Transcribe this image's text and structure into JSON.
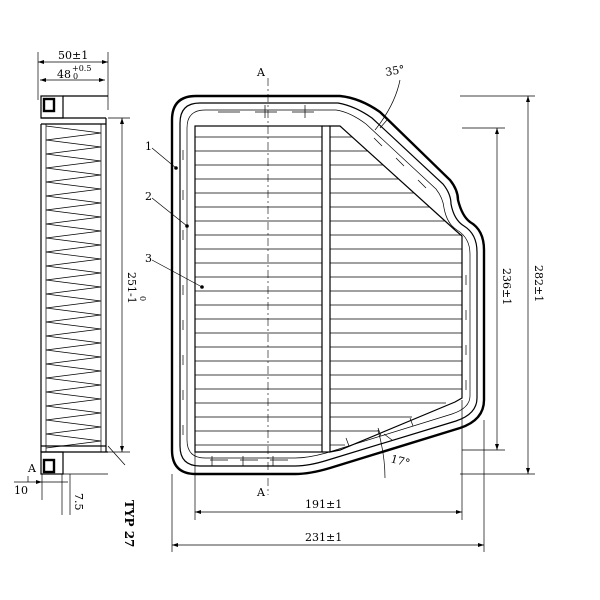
{
  "side_view": {
    "width_label": "50±1",
    "inner_width_main": "48",
    "inner_width_tol_upper": "+0.5",
    "inner_width_tol_lower": "0",
    "height_main": "251-1",
    "height_tol": "0",
    "bottom_left_label": "10",
    "section_mark": "A",
    "gap_label": "7.5",
    "pleat_pitch_label": "TYP 27"
  },
  "front_view": {
    "section_mark_top": "A",
    "section_mark_bottom": "A",
    "angle_top": "35°",
    "angle_bottom": "17°",
    "height_inner": "236±1",
    "height_outer": "282±1",
    "width_inner": "191±1",
    "width_outer": "231±1",
    "callouts": [
      "1",
      "2",
      "3"
    ]
  }
}
